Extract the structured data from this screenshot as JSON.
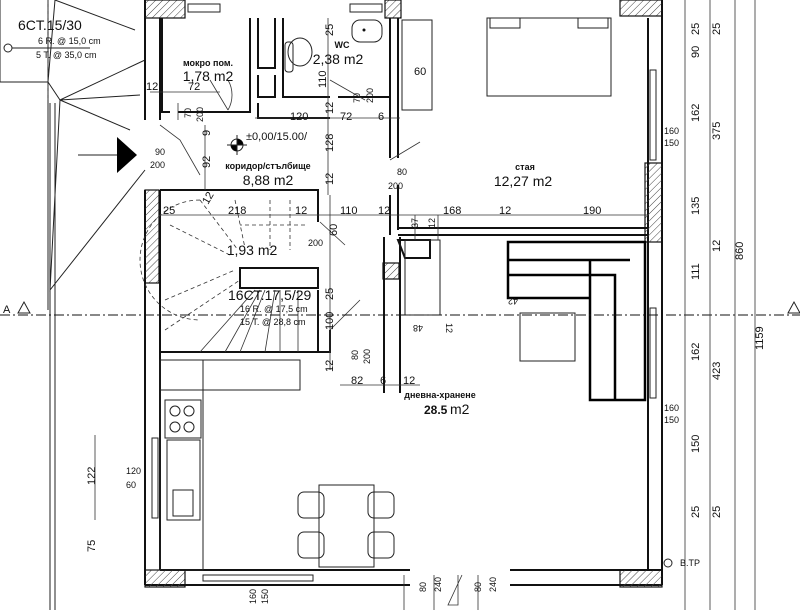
{
  "rooms": {
    "wet": {
      "name": "мокро пом.",
      "area": "1,78 m2"
    },
    "wc": {
      "name": "WC",
      "area": "2,38 m2"
    },
    "corridor": {
      "name": "коридор/стълбище",
      "area": "8,88 m2",
      "level": "±0,00/15.00/"
    },
    "stair": {
      "area": "1,93 m2",
      "title": "16CT.17,5/29",
      "risers": "16 R. @ 17,5 cm",
      "treads": "15 T. @ 28,8 cm"
    },
    "bedroom": {
      "name": "стая",
      "area": "12,27 m2"
    },
    "living": {
      "name": "дневна-хранене",
      "area_num": "28.5",
      "area_unit": "m2"
    }
  },
  "ext_stair": {
    "title": "6CT.15/30",
    "risers": "6 R. @ 15,0 cm",
    "treads": "5 T. @ 35,0 cm"
  },
  "section_mark": "A",
  "drain_label": "B.TP",
  "dims": [
    "12",
    "72",
    "70",
    "200",
    "9",
    "92",
    "90",
    "200",
    "120",
    "72",
    "6",
    "12",
    "128",
    "12",
    "25",
    "110",
    "70",
    "200",
    "60",
    "80",
    "200",
    "25",
    "218",
    "12",
    "12",
    "110",
    "12",
    "37",
    "12",
    "168",
    "12",
    "190",
    "200",
    "60",
    "25",
    "100",
    "80",
    "200",
    "12",
    "82",
    "6",
    "12",
    "48",
    "12",
    "42",
    "160",
    "150",
    "160",
    "150",
    "25",
    "90",
    "162",
    "135",
    "111",
    "162",
    "150",
    "25",
    "25",
    "375",
    "12",
    "423",
    "25",
    "860",
    "1159",
    "122",
    "75",
    "120",
    "60",
    "160",
    "150",
    "80",
    "240",
    "80",
    "240"
  ]
}
